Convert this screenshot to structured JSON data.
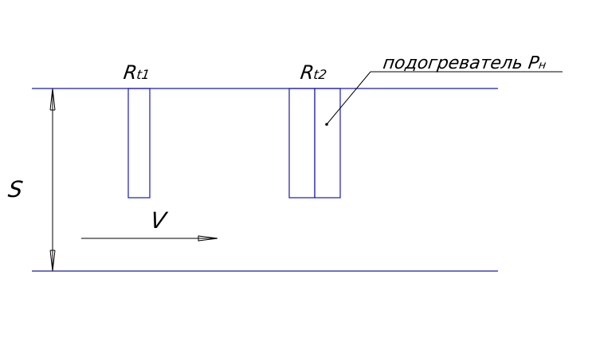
{
  "labels": {
    "r1_main": "R",
    "r1_sub": "t1",
    "r2_main": "R",
    "r2_sub": "t2",
    "heater_text": "подогреватель P",
    "heater_sub": "н",
    "gap_label": "S",
    "velocity_label": "V"
  },
  "colors": {
    "wall_line": "#1a1aa6",
    "sensor_line": "#1a1aa6",
    "dimension_line": "#000000",
    "text": "#000000"
  }
}
